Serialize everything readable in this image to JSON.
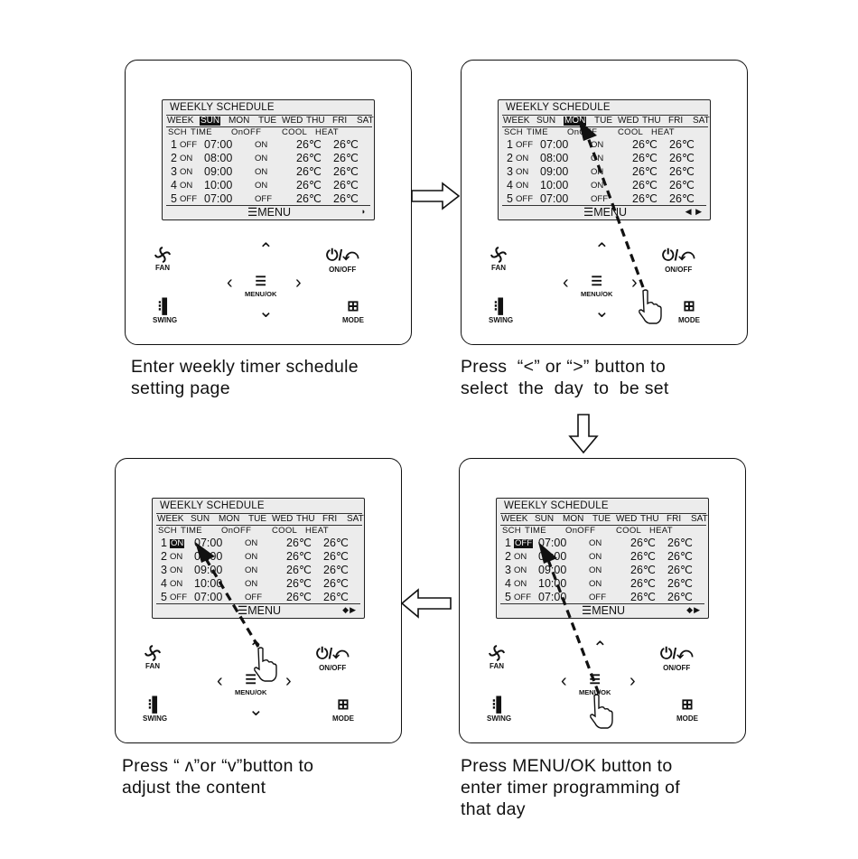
{
  "lcd": {
    "title": "WEEKLY SCHEDULE",
    "days": [
      "WEEK",
      "SUN",
      "MON",
      "TUE",
      "WED",
      "THU",
      "FRI",
      "SAT"
    ],
    "headers": [
      "SCH",
      "TIME",
      "OnOFF",
      "COOL",
      "HEAT"
    ],
    "rows": [
      {
        "num": "1",
        "state": "OFF",
        "time": "07:00",
        "onoff": "ON",
        "cool": "26℃",
        "heat": "26℃"
      },
      {
        "num": "2",
        "state": "ON",
        "time": "08:00",
        "onoff": "ON",
        "cool": "26℃",
        "heat": "26℃"
      },
      {
        "num": "3",
        "state": "ON",
        "time": "09:00",
        "onoff": "ON",
        "cool": "26℃",
        "heat": "26℃"
      },
      {
        "num": "4",
        "state": "ON",
        "time": "10:00",
        "onoff": "ON",
        "cool": "26℃",
        "heat": "26℃"
      },
      {
        "num": "5",
        "state": "OFF",
        "time": "07:00",
        "onoff": "OFF",
        "cool": "26℃",
        "heat": "26℃"
      }
    ],
    "menu": "MENU"
  },
  "buttons": {
    "fan": "FAN",
    "onoff": "ON/OFF",
    "menu_ok": "MENU/OK",
    "swing": "SWING",
    "mode": "MODE"
  },
  "panels": [
    {
      "id": "p1",
      "highlight_day": "SUN",
      "row1_state": "OFF",
      "row1_highlight": false,
      "indicator": "◗"
    },
    {
      "id": "p2",
      "highlight_day": "MON",
      "row1_state": "OFF",
      "row1_highlight": false,
      "indicator": "◀ ▶"
    },
    {
      "id": "p3",
      "highlight_day": "",
      "row1_state": "OFF",
      "row1_highlight": true,
      "indicator": "◆▶"
    },
    {
      "id": "p4",
      "highlight_day": "",
      "row1_state": "ON",
      "row1_highlight": true,
      "indicator": "◆▶"
    }
  ],
  "captions": {
    "step1": [
      "Enter weekly timer schedule",
      "setting page"
    ],
    "step2": [
      "Press  “<” or “>” button to",
      "select  the  day  to  be set"
    ],
    "step3": [
      "Press MENU/OK button to",
      "enter timer programming of",
      "that day"
    ],
    "step4": [
      "Press “ ʌ”or “v”button to",
      "adjust the content"
    ]
  }
}
